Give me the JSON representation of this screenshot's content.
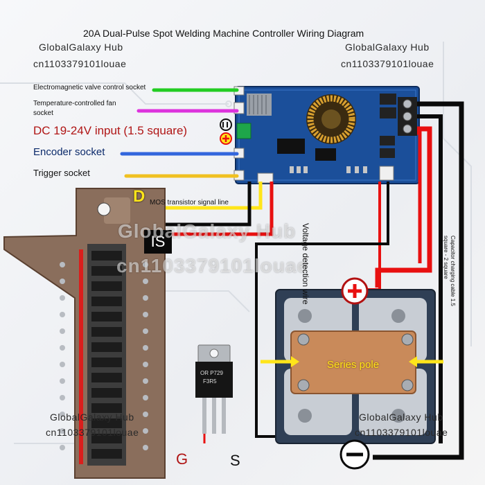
{
  "title": "20A Dual-Pulse Spot Welding Machine Controller Wiring Diagram",
  "watermark": {
    "brand": "GlobalGalaxy Hub",
    "code": "cn1103379101louae",
    "big_brand": "GlobalGalaxy Hub",
    "big_code": "cn1103379101louae"
  },
  "labels": {
    "valve_socket": "Electromagnetic valve control socket",
    "fan_socket_line1": "Temperature-controlled fan",
    "fan_socket_line2": "socket",
    "dc_input": "DC 19-24V input (1.5 square)",
    "encoder_socket": "Encoder socket",
    "trigger_socket": "Trigger socket",
    "mos_letter": "D",
    "mos_signal_line": "MOS transistor signal line",
    "source_letter": "S",
    "is_label": "IS",
    "voltage_detection": "Voltage detection wire",
    "capacitor_cable": "Capacitor charging cable 1.5 square - 2 square",
    "series_pole": "Series pole",
    "gate_letter": "G",
    "source_bottom_letter": "S",
    "transistor_marking_1": "OR P729",
    "transistor_marking_2": "F3R5"
  },
  "wire_colors": {
    "valve": "#22cc22",
    "fan": "#dd33dd",
    "encoder": "#3366dd",
    "trigger": "#f0c020",
    "red": "#e81010",
    "black": "#0a0a0a",
    "yellow": "#ffe51a"
  }
}
